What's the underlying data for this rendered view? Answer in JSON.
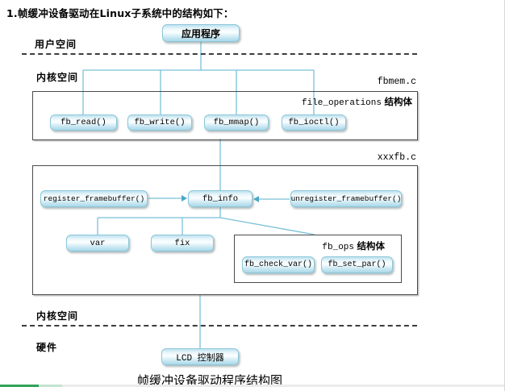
{
  "page": {
    "title": "1.帧缓冲设备驱动在Linux子系统中的结构如下："
  },
  "sections": {
    "user_space": "用户空间",
    "kernel_space_top": "内核空间",
    "kernel_space_bottom": "内核空间",
    "hardware": "硬件"
  },
  "files": {
    "fbmem": "fbmem.c",
    "xxxfb": "xxxfb.c"
  },
  "structs": {
    "fileops_en": "file_operations",
    "fileops_cn": "结构体",
    "fbops_en": "fb_ops",
    "fbops_cn": "结构体"
  },
  "nodes": {
    "application": "应用程序",
    "fb_read": "fb_read()",
    "fb_write": "fb_write()",
    "fb_mmap": "fb_mmap()",
    "fb_ioctl": "fb_ioctl()",
    "register_framebuffer": "register_framebuffer()",
    "fb_info": "fb_info",
    "unregister_framebuffer": "unregister_framebuffer()",
    "var": "var",
    "fix": "fix",
    "fb_check_var": "fb_check_var()",
    "fb_set_par": "fb_set_par()",
    "lcd_controller": "LCD 控制器"
  },
  "caption": "帧缓冲设备驱动程序结构图",
  "colors": {
    "connector_blue": "#79c1d8",
    "node_border_blue": "#8cc7da",
    "node_fill_bottom": "#a9d8e9",
    "frame_border": "#4a4a4a",
    "progress_green": "#2fa357",
    "progress_track": "#ebebeb"
  }
}
